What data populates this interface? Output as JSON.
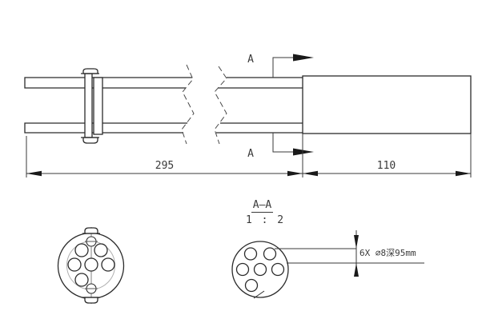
{
  "labels": {
    "section_top": "A",
    "section_bottom": "A"
  },
  "dimensions": {
    "shaft_length": "295",
    "body_length": "110",
    "hole_callout": "6X ∅8深95mm"
  },
  "section_view": {
    "title": "A—A",
    "scale": "1 : 2"
  },
  "colors": {
    "outline": "#2b2b2b",
    "dimension": "#3a3a3a",
    "arrow_fill": "#1a1a1a",
    "background": "#ffffff"
  }
}
